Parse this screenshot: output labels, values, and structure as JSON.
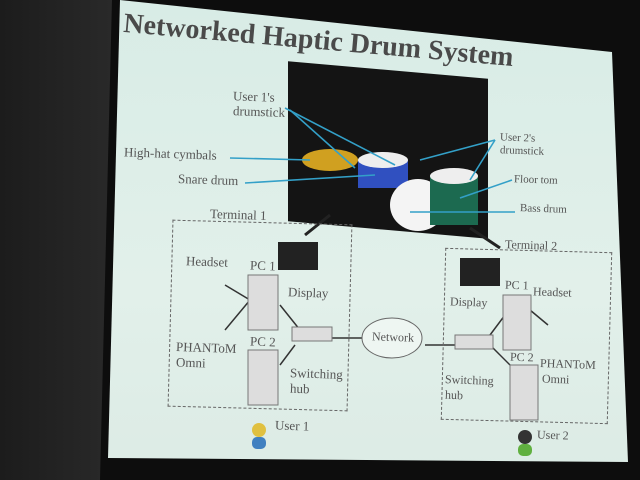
{
  "slide": {
    "title": "Networked Haptic Drum System",
    "drum_labels": {
      "user1_stick": "User 1's",
      "user1_stick2": "drumstick",
      "user2_stick": "User 2's",
      "user2_stick2": "drumstick",
      "hihat": "High-hat cymbals",
      "snare": "Snare drum",
      "floor_tom": "Floor tom",
      "bass": "Bass drum"
    },
    "terminal1": {
      "label": "Terminal  1",
      "headset": "Headset",
      "pc1": "PC 1",
      "display": "Display",
      "phantom": "PHANToM",
      "omni": "Omni",
      "pc2": "PC 2",
      "hub1": "Switching",
      "hub2": "hub",
      "user": "User 1"
    },
    "network": "Network",
    "terminal2": {
      "label": "Terminal  2",
      "headset": "Headset",
      "pc1": "PC 1",
      "display": "Display",
      "phantom": "PHANToM",
      "omni": "Omni",
      "pc2": "PC 2",
      "hub1": "Switching",
      "hub2": "hub",
      "user": "User 2"
    }
  }
}
